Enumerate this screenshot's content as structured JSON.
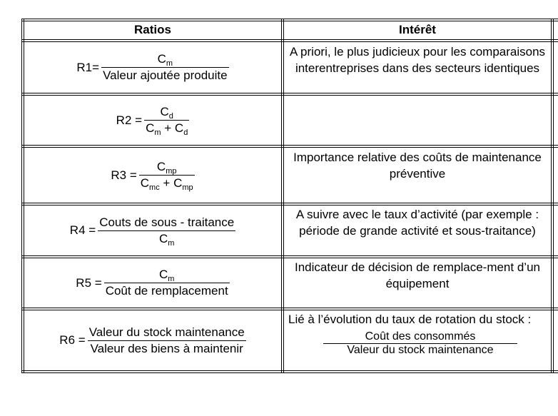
{
  "table": {
    "headers": {
      "ratios": "Ratios",
      "interet": "Intérêt"
    },
    "rows": [
      {
        "name": "R1",
        "equals": "=",
        "numerator": {
          "base": "C",
          "sub": "m",
          "rest": ""
        },
        "denominator": "Valeur ajoutée produite",
        "interet": "A priori, le plus judicieux pour les comparaisons interentreprises dans des secteurs identiques"
      },
      {
        "name": "R2",
        "equals": "=",
        "numerator": {
          "base": "C",
          "sub": "d"
        },
        "denominator_parts": {
          "a": "C",
          "a_sub": "m",
          "op": " + C",
          "b_sub": "d"
        },
        "interet": ""
      },
      {
        "name": "R3",
        "equals": "=",
        "numerator": {
          "base": "C",
          "sub": "mp"
        },
        "denominator_parts": {
          "a": "C",
          "a_sub": "mc",
          "op": " + C",
          "b_sub": "mp"
        },
        "interet": "Importance relative des coûts de maintenance préventive"
      },
      {
        "name": "R4",
        "equals": "=",
        "numerator_text": "Couts de sous - traitance",
        "denominator": {
          "base": "C",
          "sub": "m"
        },
        "interet": "A suivre avec le taux d’activité (par exemple : période de grande activité et sous-traitance)"
      },
      {
        "name": "R5",
        "equals": "=",
        "numerator": {
          "base": "C",
          "sub": "m"
        },
        "denominator": "Coût de remplacement",
        "interet": "Indicateur de décision de remplace-ment d’un équipement"
      },
      {
        "name": "R6",
        "equals": "=",
        "numerator_text": "Valeur du stock maintenance",
        "denominator": "Valeur des biens à maintenir",
        "interet_text": "Lié à l’évolution du taux de rotation du stock :",
        "interet_fraction": {
          "numerator": "Coût des consommés",
          "denominator": "Valeur du stock maintenance"
        }
      }
    ]
  }
}
